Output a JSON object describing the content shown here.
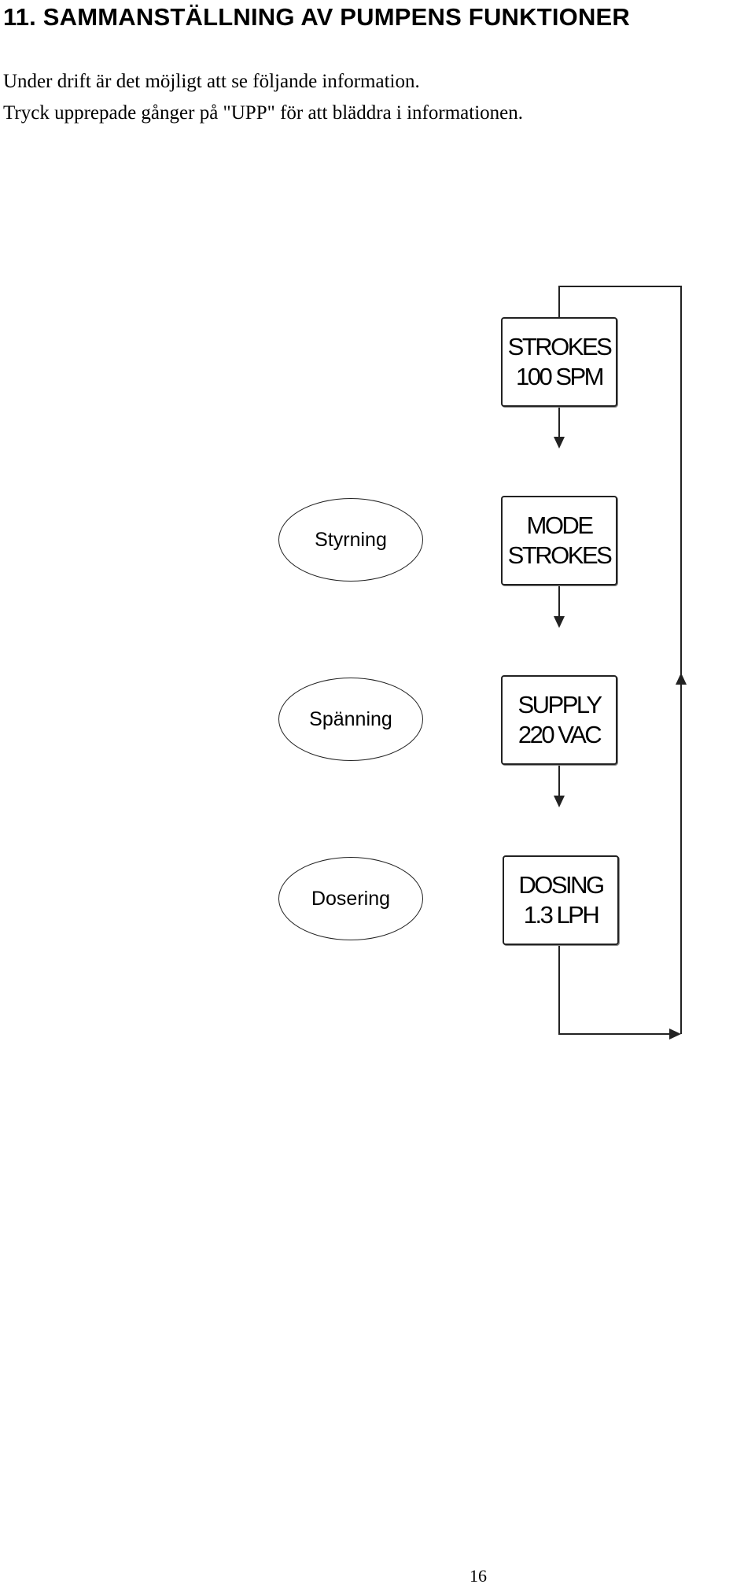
{
  "header": {
    "title": "11. SAMMANSTÄLLNING AV PUMPENS FUNKTIONER"
  },
  "intro": {
    "line1": "Under drift är det möjligt att se följande information.",
    "line2": "Tryck upprepade gånger på \"UPP\" för att bläddra i informationen."
  },
  "flow": {
    "displays": [
      {
        "line1": "STROKES",
        "line2": "100 SPM"
      },
      {
        "line1": "MODE",
        "line2": "STROKES"
      },
      {
        "line1": "SUPPLY",
        "line2": "220 VAC"
      },
      {
        "line1": "DOSING",
        "line2": "1.3 LPH"
      }
    ],
    "labels": [
      "Styrning",
      "Spänning",
      "Dosering"
    ]
  },
  "footer": {
    "page_number": "16"
  }
}
